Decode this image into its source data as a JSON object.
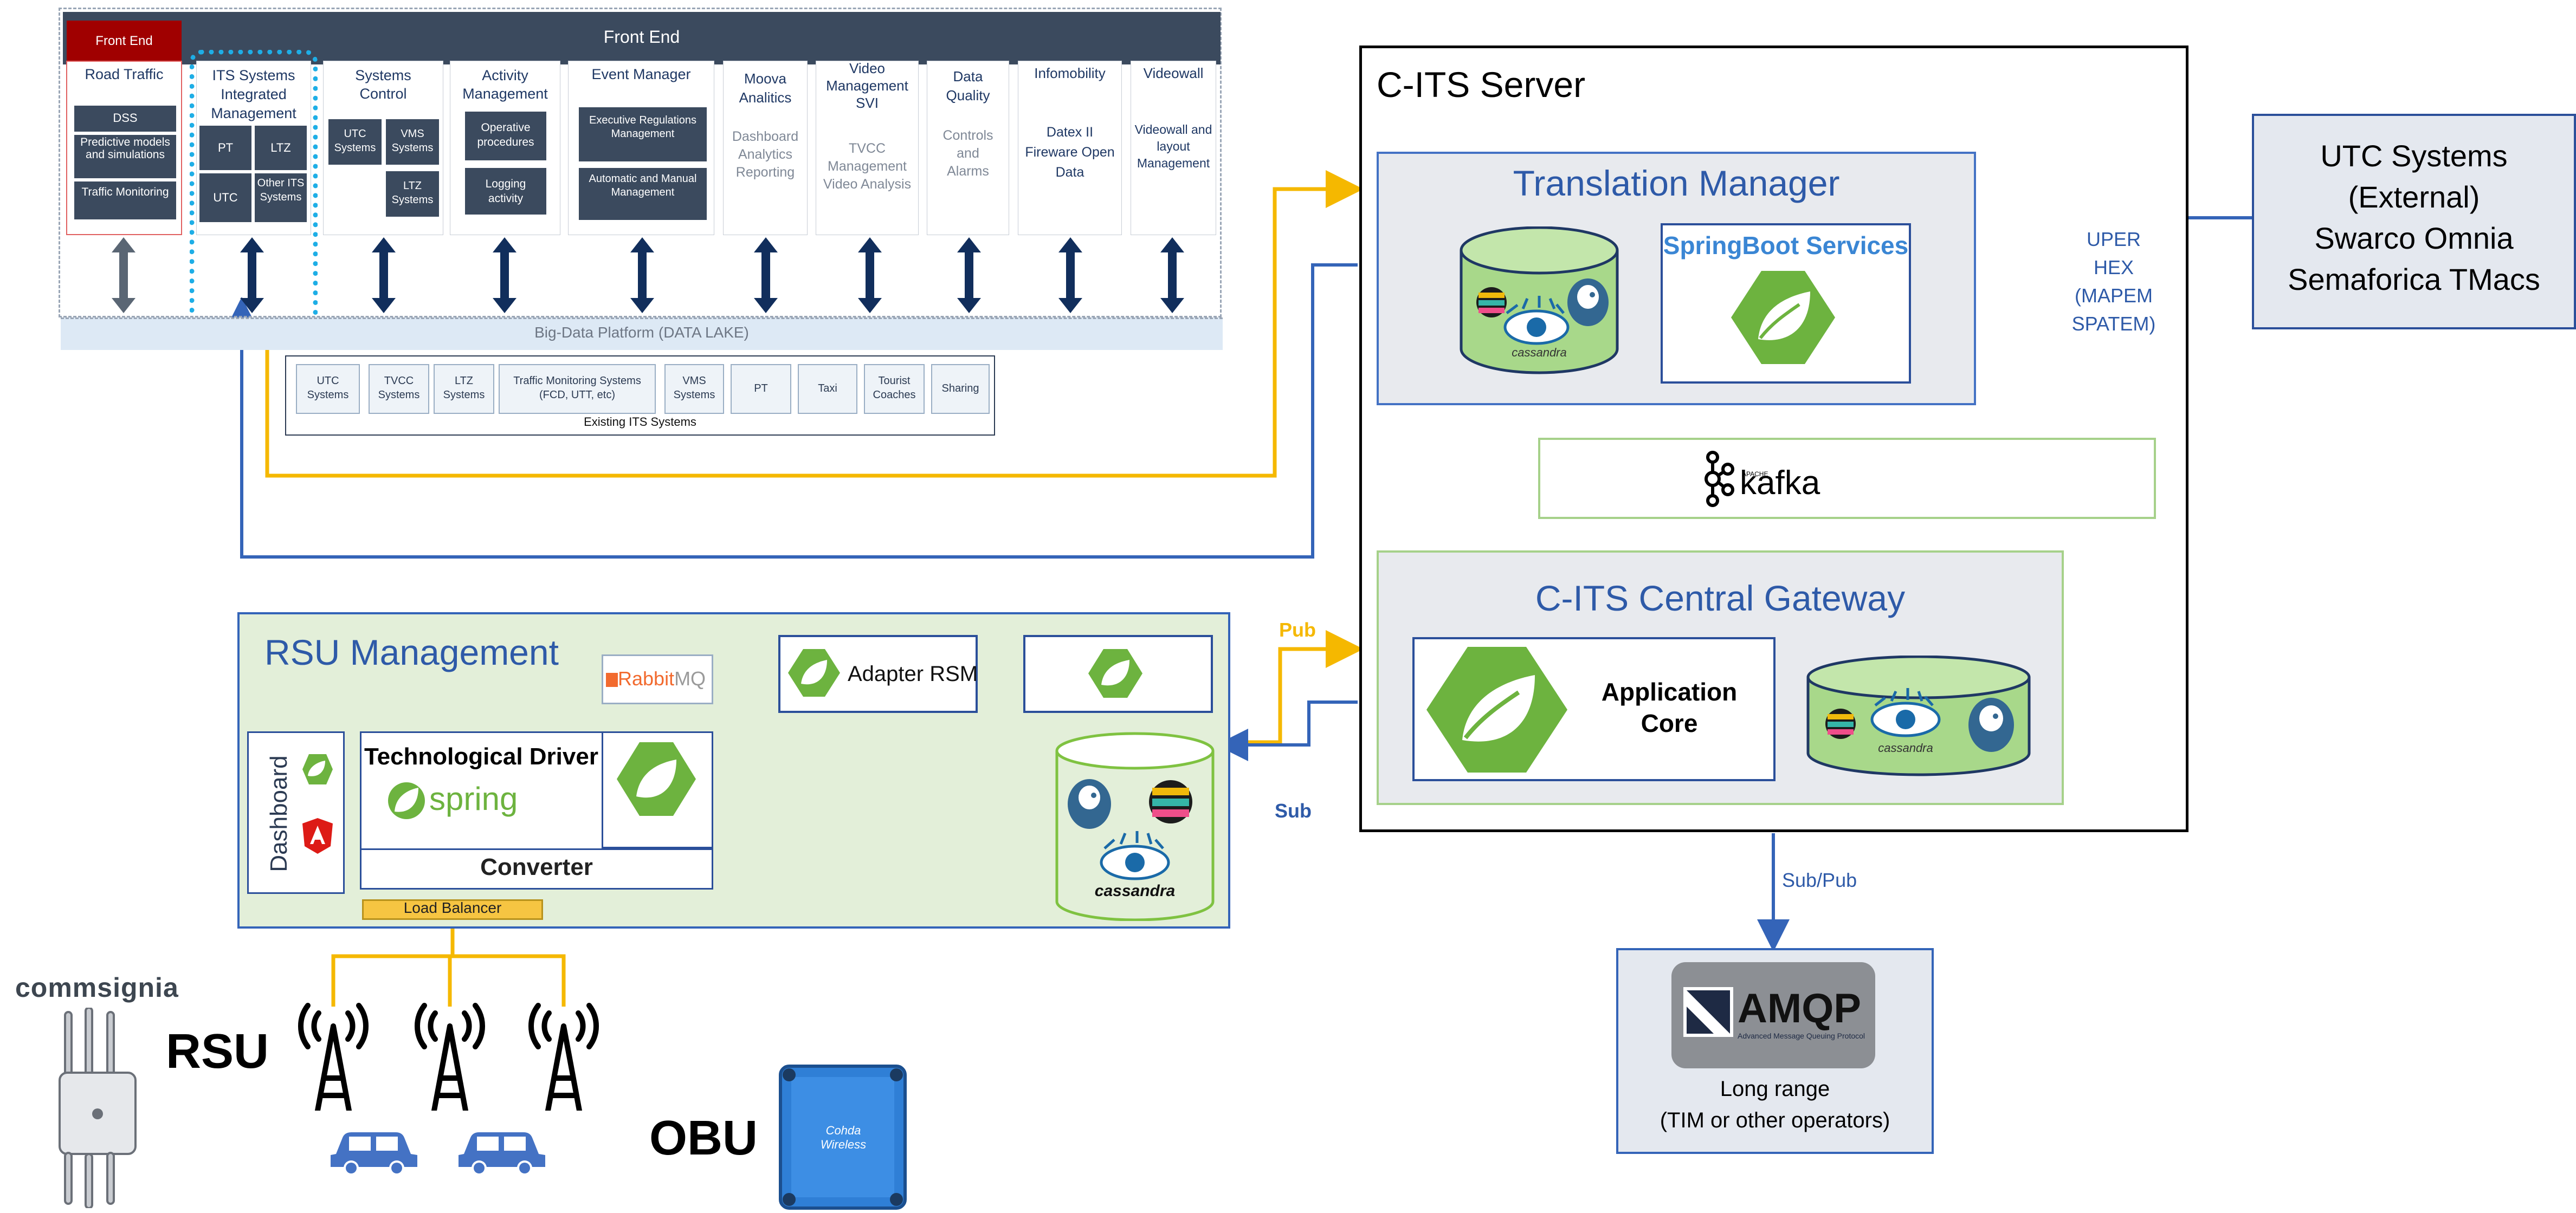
{
  "frontend": {
    "header": "Front End",
    "tag": "Front End",
    "modules": [
      {
        "title": "Road Traffic",
        "items": [
          "DSS",
          "Predictive models and simulations",
          "Traffic Monitoring"
        ]
      },
      {
        "title": "ITS Systems Integrated Management",
        "items": [
          "PT",
          "LTZ",
          "UTC",
          "Other ITS Systems"
        ]
      },
      {
        "title": "Systems Control",
        "items": [
          "UTC Systems",
          "VMS Systems",
          "LTZ Systems"
        ]
      },
      {
        "title": "Activity Management",
        "items": [
          "Operative procedures",
          "Logging activity"
        ]
      },
      {
        "title": "Event Manager",
        "items": [
          "Executive Regulations Management",
          "Automatic and Manual Management"
        ]
      },
      {
        "title": "Moova Analitics",
        "text": "Dashboard Analytics Reporting"
      },
      {
        "title": "Video Management SVI",
        "text": "TVCC Management Video Analysis"
      },
      {
        "title": "Data Quality",
        "text": "Controls and Alarms"
      },
      {
        "title": "Infomobility",
        "text": "Datex II Fireware Open Data"
      },
      {
        "title": "Videowall",
        "text": "Videowall and layout Management"
      }
    ],
    "datalake": "Big-Data Platform (DATA LAKE)",
    "existing_systems": [
      "UTC Systems",
      "TVCC Systems",
      "LTZ Systems",
      "Traffic Monitoring Systems (FCD, UTT, etc)",
      "VMS Systems",
      "PT",
      "Taxi",
      "Tourist Coaches",
      "Sharing"
    ],
    "existing_label": "Existing ITS Systems"
  },
  "server": {
    "title": "C-ITS Server",
    "translation_manager": "Translation Manager",
    "springboot": "SpringBoot Services",
    "gateway": "C-ITS Central Gateway",
    "app_core": "Application Core",
    "kafka_small": "APACHE",
    "kafka": "kafka"
  },
  "external": {
    "lines": [
      "UTC Systems",
      "(External)",
      "Swarco Omnia",
      "Semaforica TMacs"
    ]
  },
  "uper": {
    "lines": [
      "UPER",
      "HEX",
      "(MAPEM",
      "SPATEM)"
    ]
  },
  "rsu_mgmt": {
    "title": "RSU Management",
    "rabbit_prefix": "Rabbit",
    "rabbit_suffix": "MQ",
    "adapter": "Adapter RSM",
    "tech_driver": "Technological Driver",
    "spring": "spring",
    "converter": "Converter",
    "dashboard": "Dashboard",
    "load_balancer": "Load Balancer"
  },
  "labels": {
    "pub": "Pub",
    "sub": "Sub",
    "subpub": "Sub/Pub",
    "rsu": "RSU",
    "obu": "OBU",
    "cassandra": "cassandra"
  },
  "amqp": {
    "logo": "AMQP",
    "tagline": "Advanced Message Queuing Protocol",
    "line1": "Long range",
    "line2": "(TIM  or other operators)"
  },
  "vendor": {
    "commsignia": "commsignia",
    "cohda": "Cohda Wireless"
  },
  "colors": {
    "navy": "#3b4a5e",
    "blue_text": "#2e5aa8",
    "orange": "#f5b800",
    "line_blue": "#3464b8",
    "green": "#7fc241",
    "green_border": "#a6d18a",
    "rsu_bg": "#e3efd9",
    "gray_bg": "#e8eaee",
    "red_tag": "#a00000"
  }
}
